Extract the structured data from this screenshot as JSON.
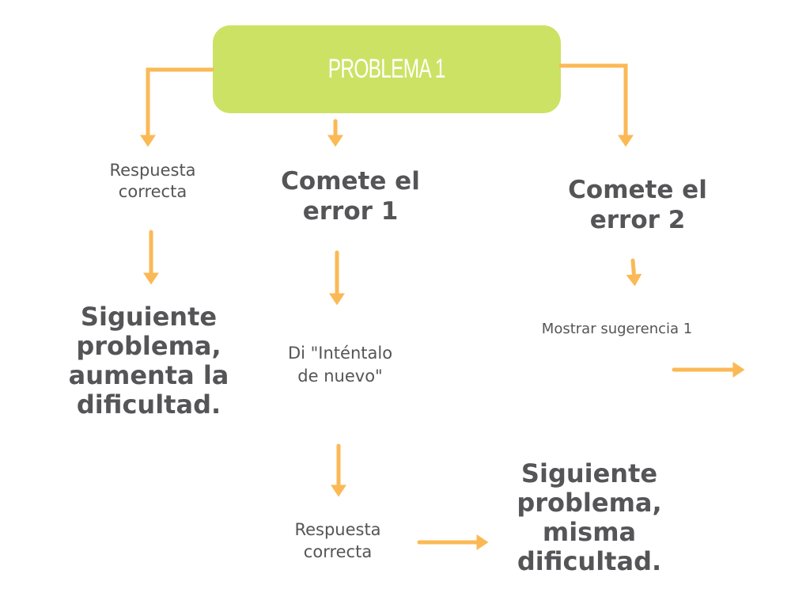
{
  "root": {
    "label": "PROBLEMA 1"
  },
  "branches": {
    "correct": {
      "label": "Respuesta correcta",
      "result": "Siguiente problema, aumenta la dificultad."
    },
    "error1": {
      "label": "Comete el error 1",
      "action": "Di \"Inténtalo de nuevo\"",
      "followup": "Respuesta correcta",
      "result": "Siguiente problema, misma dificultad."
    },
    "error2": {
      "label": "Comete el error 2",
      "action": "Mostrar sugerencia 1"
    }
  },
  "colors": {
    "box": "#cce264",
    "arrow": "#fbb955",
    "text": "#555457"
  }
}
